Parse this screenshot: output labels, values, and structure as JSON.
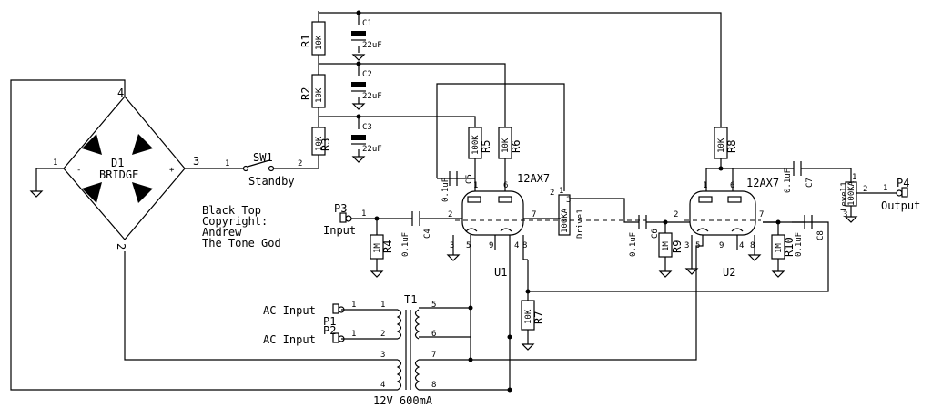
{
  "bridge": {
    "ref": "D1",
    "value": "BRIDGE",
    "pin_ac1": "1",
    "pin_pos": "3",
    "pin_top": "4",
    "pin_bot": "2",
    "minus": "-",
    "plus": "+"
  },
  "switch": {
    "ref": "SW1",
    "value": "Standby",
    "pin1": "1",
    "pin2": "2"
  },
  "resistors": [
    {
      "ref": "R1",
      "value": "10K"
    },
    {
      "ref": "R2",
      "value": "10K"
    },
    {
      "ref": "R3",
      "value": "10K"
    },
    {
      "ref": "R4",
      "value": "1M"
    },
    {
      "ref": "R5",
      "value": "100K"
    },
    {
      "ref": "R6",
      "value": "10K"
    },
    {
      "ref": "R7",
      "value": "10K"
    },
    {
      "ref": "R8",
      "value": "10K"
    },
    {
      "ref": "R9",
      "value": "1M"
    },
    {
      "ref": "R10",
      "value": "1M"
    }
  ],
  "caps": {
    "C1": {
      "ref": "C1",
      "value": "22uF"
    },
    "C2": {
      "ref": "C2",
      "value": "22uF"
    },
    "C3": {
      "ref": "C3",
      "value": "22uF"
    },
    "C4": {
      "ref": "C4",
      "value": "0.1uF"
    },
    "C5": {
      "ref": "C5",
      "value": "0.1uF"
    },
    "C6": {
      "ref": "C6",
      "value": "0.1uF"
    },
    "C7": {
      "ref": "C7",
      "value": "0.1uF"
    },
    "C8": {
      "ref": "C8",
      "value": "0.1uF"
    }
  },
  "tubes": {
    "U1": {
      "ref": "U1",
      "type": "12AX7",
      "pins": [
        "1",
        "2",
        "3",
        "4",
        "5",
        "6",
        "7",
        "8",
        "9"
      ]
    },
    "U2": {
      "ref": "U2",
      "type": "12AX7",
      "pins": [
        "1",
        "2",
        "3",
        "4",
        "5",
        "6",
        "7",
        "8",
        "9"
      ]
    }
  },
  "pots": {
    "drive": {
      "ref": "Drive1",
      "value": "100KA",
      "p1": "1",
      "p2": "2",
      "p3": "3"
    },
    "level": {
      "ref": "Level1",
      "value": "100KA",
      "p1": "1",
      "p2": "2",
      "p3": "3"
    }
  },
  "connectors": {
    "P1": {
      "ref": "P1",
      "label": "AC Input",
      "pin": "1"
    },
    "P2": {
      "ref": "P2",
      "label": "AC Input",
      "pin": "1"
    },
    "P3": {
      "ref": "P3",
      "label": "Input",
      "pin": "1"
    },
    "P4": {
      "ref": "P4",
      "label": "Output",
      "pin": "1"
    }
  },
  "transformer": {
    "ref": "T1",
    "value": "12V 600mA",
    "pins": [
      "1",
      "2",
      "3",
      "4",
      "5",
      "6",
      "7",
      "8"
    ]
  },
  "notes": {
    "line1": "Black Top",
    "line2": "Copyright:",
    "line3": "Andrew",
    "line4": "The Tone God"
  }
}
